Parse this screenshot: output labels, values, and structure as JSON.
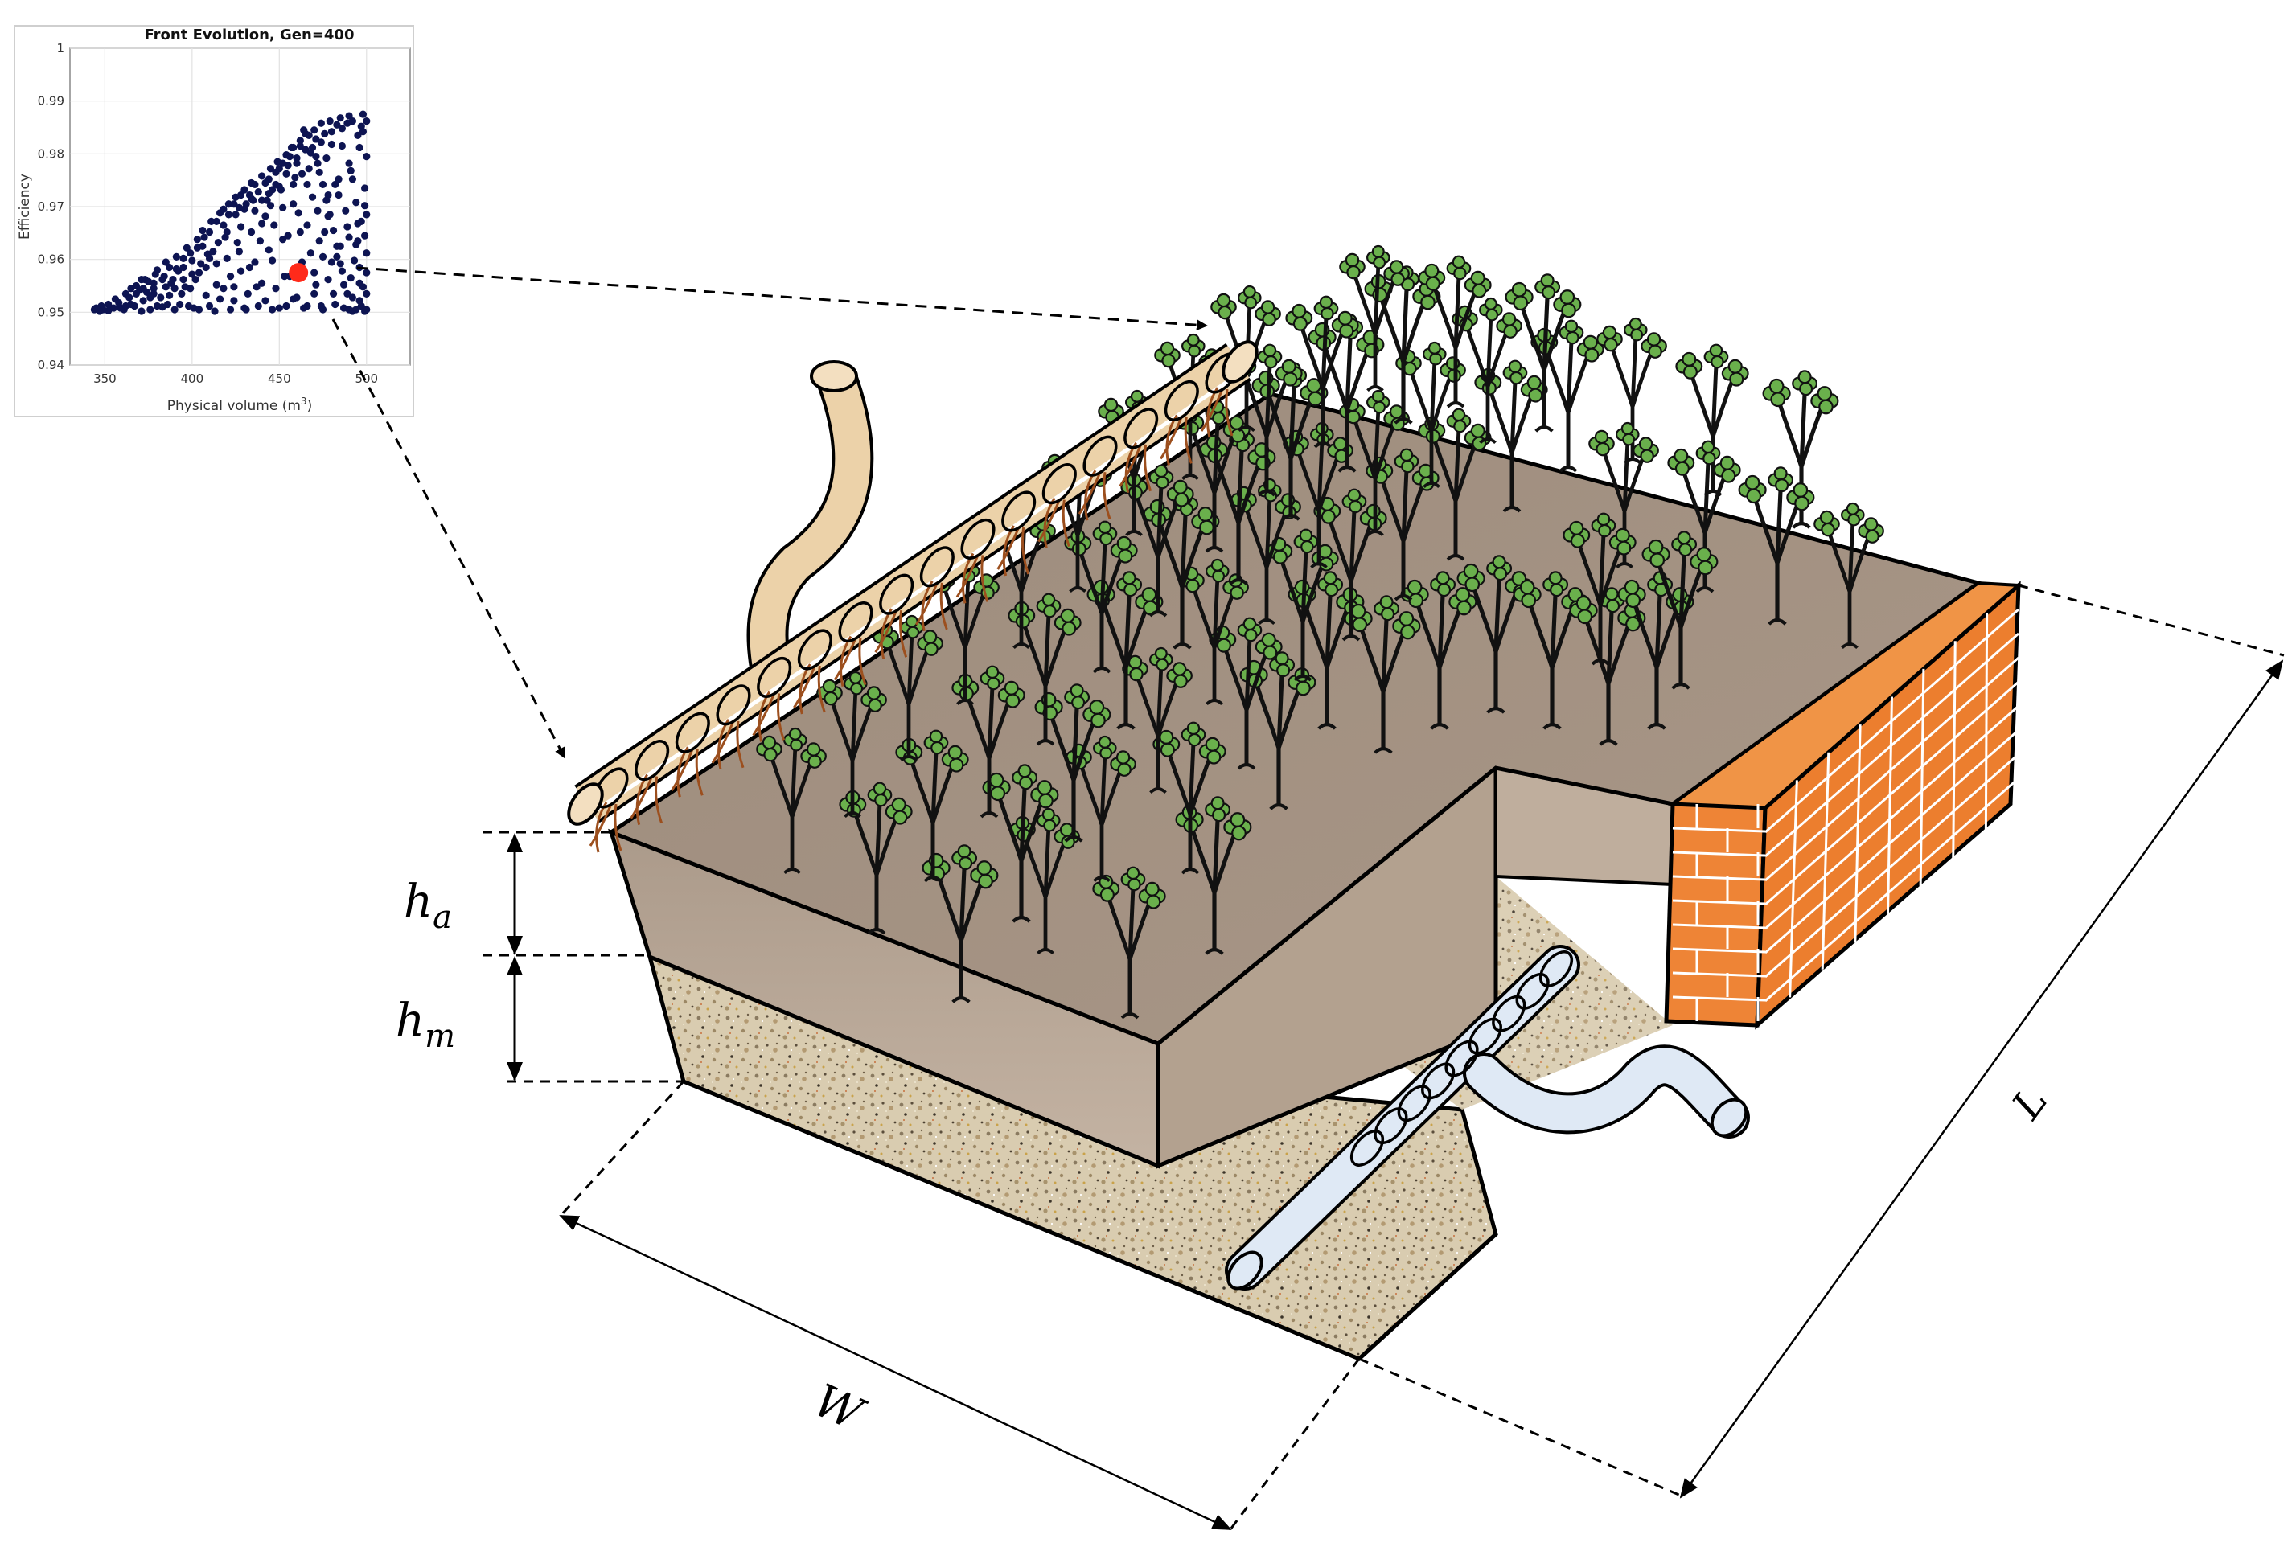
{
  "colors": {
    "topsoil": "#a08f80",
    "topsoil_front": "#b8a595",
    "gravel": "#d6c9ad",
    "brick": "#ee8436",
    "supply_pipe": "#ecd2a9",
    "drain_pipe": "#dfe9f5",
    "leaf": "#6ab04c",
    "root": "#9c4f1e",
    "point": "#0d1452",
    "highlight": "#ff2a1a"
  },
  "labels": {
    "ha_base": "h",
    "ha_sub": "a",
    "hm_base": "h",
    "hm_sub": "m",
    "width": "W",
    "length": "L"
  },
  "chart_data": {
    "type": "scatter",
    "title": "Front Evolution, Gen=400",
    "xlabel_main": "Physical volume (m",
    "xlabel_sup": "3",
    "xlabel_end": ")",
    "ylabel": "Efficiency",
    "xlim": [
      330,
      525
    ],
    "ylim": [
      0.94,
      1.0
    ],
    "xticks": [
      350,
      400,
      450,
      500
    ],
    "yticks": [
      0.94,
      0.95,
      0.96,
      0.97,
      0.98,
      0.99,
      1
    ],
    "ytick_labels": [
      "0.94",
      "0.95",
      "0.96",
      "0.97",
      "0.98",
      "0.99",
      "1"
    ],
    "grid": true,
    "highlight": {
      "x": 461,
      "y": 0.9575
    },
    "points": [
      [
        344,
        0.9505
      ],
      [
        348,
        0.9512
      ],
      [
        352,
        0.9503
      ],
      [
        356,
        0.9525
      ],
      [
        359,
        0.9508
      ],
      [
        362,
        0.9535
      ],
      [
        365,
        0.9515
      ],
      [
        368,
        0.955
      ],
      [
        371,
        0.9502
      ],
      [
        373,
        0.9562
      ],
      [
        376,
        0.9528
      ],
      [
        378,
        0.9545
      ],
      [
        380,
        0.958
      ],
      [
        383,
        0.951
      ],
      [
        385,
        0.9595
      ],
      [
        387,
        0.9532
      ],
      [
        389,
        0.9562
      ],
      [
        391,
        0.9605
      ],
      [
        393,
        0.9515
      ],
      [
        395,
        0.9585
      ],
      [
        397,
        0.9622
      ],
      [
        399,
        0.9545
      ],
      [
        401,
        0.9508
      ],
      [
        403,
        0.9638
      ],
      [
        404,
        0.9575
      ],
      [
        406,
        0.9655
      ],
      [
        408,
        0.9532
      ],
      [
        409,
        0.961
      ],
      [
        411,
        0.9672
      ],
      [
        413,
        0.9502
      ],
      [
        414,
        0.9592
      ],
      [
        416,
        0.9688
      ],
      [
        418,
        0.9545
      ],
      [
        419,
        0.9642
      ],
      [
        421,
        0.9705
      ],
      [
        422,
        0.9568
      ],
      [
        424,
        0.9522
      ],
      [
        425,
        0.9718
      ],
      [
        427,
        0.9615
      ],
      [
        428,
        0.9662
      ],
      [
        430,
        0.9732
      ],
      [
        431,
        0.9505
      ],
      [
        433,
        0.9585
      ],
      [
        434,
        0.9745
      ],
      [
        436,
        0.9692
      ],
      [
        437,
        0.9548
      ],
      [
        439,
        0.9635
      ],
      [
        440,
        0.9758
      ],
      [
        442,
        0.9522
      ],
      [
        443,
        0.9712
      ],
      [
        445,
        0.9772
      ],
      [
        446,
        0.9598
      ],
      [
        447,
        0.9665
      ],
      [
        449,
        0.9785
      ],
      [
        450,
        0.9508
      ],
      [
        451,
        0.9732
      ],
      [
        453,
        0.9568
      ],
      [
        454,
        0.9798
      ],
      [
        455,
        0.9645
      ],
      [
        457,
        0.9812
      ],
      [
        458,
        0.9525
      ],
      [
        459,
        0.9755
      ],
      [
        461,
        0.9688
      ],
      [
        462,
        0.9825
      ],
      [
        463,
        0.9595
      ],
      [
        465,
        0.9838
      ],
      [
        466,
        0.9512
      ],
      [
        467,
        0.9772
      ],
      [
        469,
        0.9718
      ],
      [
        470,
        0.9845
      ],
      [
        471,
        0.9552
      ],
      [
        473,
        0.9635
      ],
      [
        474,
        0.9858
      ],
      [
        475,
        0.9505
      ],
      [
        477,
        0.9792
      ],
      [
        478,
        0.9682
      ],
      [
        479,
        0.9862
      ],
      [
        481,
        0.9535
      ],
      [
        482,
        0.9742
      ],
      [
        483,
        0.9605
      ],
      [
        485,
        0.9868
      ],
      [
        486,
        0.9815
      ],
      [
        487,
        0.9508
      ],
      [
        489,
        0.9662
      ],
      [
        490,
        0.9872
      ],
      [
        491,
        0.9768
      ],
      [
        492,
        0.9528
      ],
      [
        494,
        0.9708
      ],
      [
        495,
        0.9835
      ],
      [
        496,
        0.9585
      ],
      [
        497,
        0.9512
      ],
      [
        498,
        0.9875
      ],
      [
        499,
        0.9645
      ],
      [
        500,
        0.9795
      ],
      [
        500,
        0.9505
      ],
      [
        499,
        0.9735
      ],
      [
        497,
        0.9852
      ],
      [
        496,
        0.9555
      ],
      [
        494,
        0.9628
      ],
      [
        492,
        0.9752
      ],
      [
        490,
        0.9505
      ],
      [
        488,
        0.9692
      ],
      [
        486,
        0.9578
      ],
      [
        484,
        0.9722
      ],
      [
        482,
        0.9515
      ],
      [
        480,
        0.9818
      ],
      [
        478,
        0.9562
      ],
      [
        476,
        0.9652
      ],
      [
        474,
        0.9512
      ],
      [
        472,
        0.9782
      ],
      [
        470,
        0.9535
      ],
      [
        468,
        0.9612
      ],
      [
        466,
        0.9742
      ],
      [
        464,
        0.9508
      ],
      [
        462,
        0.9652
      ],
      [
        460,
        0.9528
      ],
      [
        458,
        0.9705
      ],
      [
        456,
        0.9568
      ],
      [
        454,
        0.9512
      ],
      [
        452,
        0.9638
      ],
      [
        450,
        0.9738
      ],
      [
        448,
        0.9545
      ],
      [
        446,
        0.9505
      ],
      [
        444,
        0.9618
      ],
      [
        442,
        0.9682
      ],
      [
        440,
        0.9555
      ],
      [
        438,
        0.9512
      ],
      [
        436,
        0.9595
      ],
      [
        434,
        0.9652
      ],
      [
        432,
        0.9535
      ],
      [
        430,
        0.9508
      ],
      [
        428,
        0.9578
      ],
      [
        426,
        0.9632
      ],
      [
        424,
        0.9548
      ],
      [
        422,
        0.9505
      ],
      [
        420,
        0.9602
      ],
      [
        418,
        0.9665
      ],
      [
        416,
        0.9525
      ],
      [
        414,
        0.9552
      ],
      [
        412,
        0.9615
      ],
      [
        410,
        0.9512
      ],
      [
        408,
        0.9585
      ],
      [
        406,
        0.9625
      ],
      [
        404,
        0.9505
      ],
      [
        402,
        0.9562
      ],
      [
        400,
        0.9598
      ],
      [
        398,
        0.9512
      ],
      [
        396,
        0.9548
      ],
      [
        394,
        0.9535
      ],
      [
        392,
        0.9578
      ],
      [
        390,
        0.9505
      ],
      [
        388,
        0.9555
      ],
      [
        386,
        0.9515
      ],
      [
        384,
        0.9568
      ],
      [
        382,
        0.9528
      ],
      [
        380,
        0.9512
      ],
      [
        378,
        0.9555
      ],
      [
        376,
        0.9505
      ],
      [
        374,
        0.9538
      ],
      [
        372,
        0.9522
      ],
      [
        370,
        0.9542
      ],
      [
        367,
        0.9512
      ],
      [
        364,
        0.9528
      ],
      [
        361,
        0.9505
      ],
      [
        358,
        0.9518
      ],
      [
        355,
        0.9508
      ],
      [
        352,
        0.9515
      ],
      [
        349,
        0.9505
      ],
      [
        347,
        0.9502
      ],
      [
        345,
        0.9508
      ],
      [
        440,
        0.9668
      ],
      [
        445,
        0.9702
      ],
      [
        452,
        0.9698
      ],
      [
        458,
        0.9742
      ],
      [
        463,
        0.9762
      ],
      [
        468,
        0.9802
      ],
      [
        474,
        0.9822
      ],
      [
        480,
        0.9842
      ],
      [
        486,
        0.9848
      ],
      [
        492,
        0.9862
      ],
      [
        438,
        0.9728
      ],
      [
        444,
        0.9752
      ],
      [
        448,
        0.9765
      ],
      [
        455,
        0.9778
      ],
      [
        460,
        0.9792
      ],
      [
        465,
        0.9808
      ],
      [
        471,
        0.9828
      ],
      [
        476,
        0.9838
      ],
      [
        483,
        0.9855
      ],
      [
        489,
        0.9858
      ],
      [
        425,
        0.9685
      ],
      [
        430,
        0.9695
      ],
      [
        435,
        0.9712
      ],
      [
        427,
        0.9698
      ],
      [
        433,
        0.9722
      ],
      [
        420,
        0.9652
      ],
      [
        415,
        0.9632
      ],
      [
        410,
        0.9602
      ],
      [
        405,
        0.9592
      ],
      [
        400,
        0.9572
      ],
      [
        395,
        0.9562
      ],
      [
        390,
        0.9545
      ],
      [
        385,
        0.9548
      ],
      [
        378,
        0.9535
      ],
      [
        372,
        0.9545
      ],
      [
        466,
        0.9665
      ],
      [
        472,
        0.9692
      ],
      [
        478,
        0.9722
      ],
      [
        484,
        0.9752
      ],
      [
        490,
        0.9782
      ],
      [
        496,
        0.9812
      ],
      [
        498,
        0.9842
      ],
      [
        500,
        0.9862
      ],
      [
        499,
        0.9702
      ],
      [
        497,
        0.9672
      ],
      [
        495,
        0.9635
      ],
      [
        493,
        0.9598
      ],
      [
        491,
        0.9565
      ],
      [
        489,
        0.9535
      ],
      [
        487,
        0.9552
      ],
      [
        485,
        0.9592
      ],
      [
        483,
        0.9625
      ],
      [
        481,
        0.9655
      ],
      [
        479,
        0.9685
      ],
      [
        477,
        0.9712
      ],
      [
        475,
        0.9742
      ],
      [
        473,
        0.9765
      ],
      [
        471,
        0.9795
      ],
      [
        469,
        0.9812
      ],
      [
        467,
        0.9835
      ],
      [
        464,
        0.9845
      ],
      [
        462,
        0.9815
      ],
      [
        460,
        0.9782
      ],
      [
        458,
        0.9812
      ],
      [
        456,
        0.9795
      ],
      [
        454,
        0.9762
      ],
      [
        452,
        0.9782
      ],
      [
        450,
        0.9772
      ],
      [
        448,
        0.9742
      ],
      [
        446,
        0.9732
      ],
      [
        444,
        0.9725
      ],
      [
        442,
        0.9745
      ],
      [
        440,
        0.9712
      ],
      [
        436,
        0.9742
      ],
      [
        434,
        0.9715
      ],
      [
        431,
        0.9705
      ],
      [
        428,
        0.9722
      ],
      [
        424,
        0.9705
      ],
      [
        421,
        0.9685
      ],
      [
        418,
        0.9695
      ],
      [
        414,
        0.9672
      ],
      [
        410,
        0.9652
      ],
      [
        407,
        0.9642
      ],
      [
        403,
        0.9622
      ],
      [
        399,
        0.9612
      ],
      [
        395,
        0.9602
      ],
      [
        391,
        0.9582
      ],
      [
        387,
        0.9585
      ],
      [
        383,
        0.9562
      ],
      [
        379,
        0.9572
      ],
      [
        375,
        0.9558
      ],
      [
        371,
        0.9562
      ],
      [
        368,
        0.9535
      ],
      [
        365,
        0.9545
      ],
      [
        362,
        0.9512
      ],
      [
        470,
        0.9575
      ],
      [
        475,
        0.9605
      ],
      [
        480,
        0.9595
      ],
      [
        485,
        0.9625
      ],
      [
        490,
        0.9642
      ],
      [
        495,
        0.9668
      ],
      [
        500,
        0.9685
      ],
      [
        500,
        0.9612
      ],
      [
        500,
        0.9575
      ],
      [
        500,
        0.9535
      ],
      [
        499,
        0.9502
      ],
      [
        498,
        0.9548
      ],
      [
        496,
        0.9522
      ],
      [
        494,
        0.9505
      ],
      [
        492,
        0.9502
      ]
    ]
  }
}
